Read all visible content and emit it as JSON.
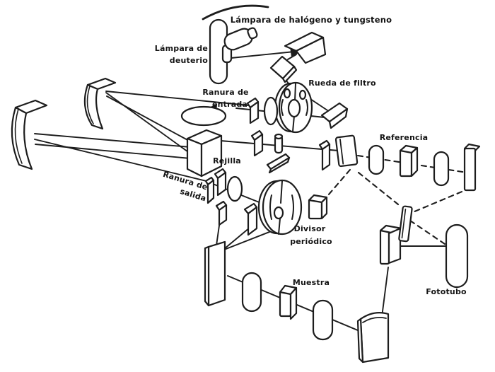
{
  "colors": {
    "ink": "#1d1d1d",
    "paper": "#ffffff"
  },
  "diagram": {
    "type": "optical-schematic",
    "language": "es",
    "labels": {
      "halogen_tungsten_lamp": "Lámpara de halógeno y tungsteno",
      "deuterium_lamp_l1": "Lámpara de",
      "deuterium_lamp_l2": "deuterio",
      "filter_wheel": "Rueda de filtro",
      "entrance_slit_l1": "Ranura de",
      "entrance_slit_l2": "entrada",
      "grating": "Rejilla",
      "exit_slit_l1": "Ranura de",
      "exit_slit_l2": "salida",
      "reference": "Referencia",
      "chopper_l1": "Divisor",
      "chopper_l2": "periódico",
      "sample": "Muestra",
      "phototube": "Fototubo"
    }
  }
}
